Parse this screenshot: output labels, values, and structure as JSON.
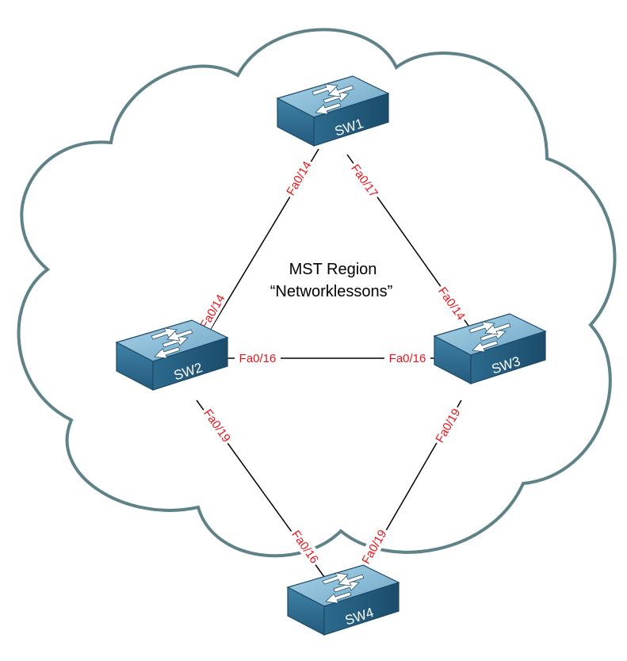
{
  "region": {
    "line1": "MST Region",
    "line2": "“Networklessons”"
  },
  "switches": [
    {
      "id": "sw1",
      "label": "SW1"
    },
    {
      "id": "sw2",
      "label": "SW2"
    },
    {
      "id": "sw3",
      "label": "SW3"
    },
    {
      "id": "sw4",
      "label": "SW4"
    }
  ],
  "links": [
    {
      "from": "SW1",
      "to": "SW2",
      "from_port": "Fa0/14",
      "to_port": "Fa0/14"
    },
    {
      "from": "SW1",
      "to": "SW3",
      "from_port": "Fa0/17",
      "to_port": "Fa0/14"
    },
    {
      "from": "SW2",
      "to": "SW3",
      "from_port": "Fa0/16",
      "to_port": "Fa0/16"
    },
    {
      "from": "SW2",
      "to": "SW4",
      "from_port": "Fa0/19",
      "to_port": "Fa0/16"
    },
    {
      "from": "SW3",
      "to": "SW4",
      "from_port": "Fa0/19",
      "to_port": "Fa0/19"
    }
  ],
  "colors": {
    "cloud_stroke": "#5e8287",
    "port_label": "#e8141b",
    "switch_top": "#8fbfd8",
    "switch_front": "#2f6e93",
    "switch_side": "#1f5677",
    "link": "#000000"
  },
  "icons": {
    "switch": "layer2-switch-icon",
    "cloud": "cloud-shape"
  }
}
